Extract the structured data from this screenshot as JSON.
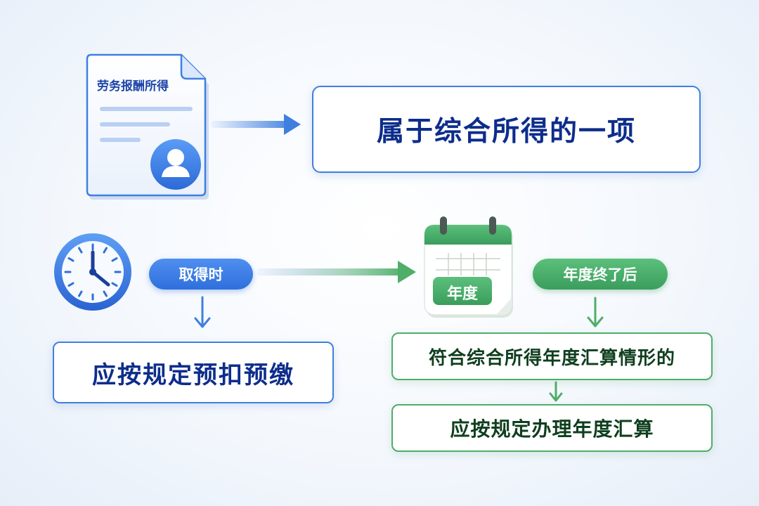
{
  "document": {
    "title": "劳务报酬所得",
    "icon": "document-user-icon"
  },
  "top_result": {
    "text": "属于综合所得的一项"
  },
  "left_branch": {
    "pill_label": "取得时",
    "result_text": "应按规定预扣预缴",
    "icon": "clock-icon"
  },
  "right_branch": {
    "calendar_label": "年度",
    "pill_label": "年度终了后",
    "condition_text": "符合综合所得年度汇算情形的",
    "result_text": "应按规定办理年度汇算",
    "icon": "calendar-icon"
  },
  "colors": {
    "blue": "#3f7fe0",
    "dark_blue_text": "#0d2d8c",
    "green": "#4fae68",
    "dark_green_text": "#0f3f1e"
  }
}
